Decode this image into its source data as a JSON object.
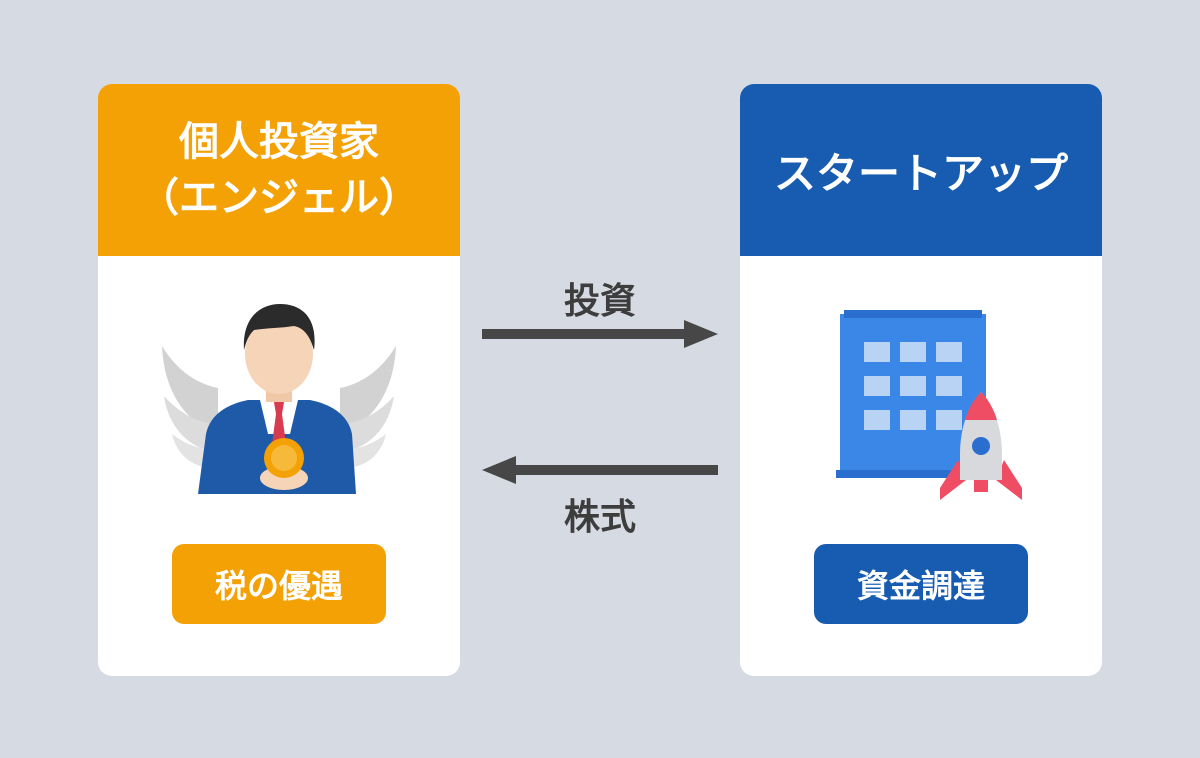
{
  "investor": {
    "title_line1": "個人投資家",
    "title_line2": "（エンジェル）",
    "badge": "税の優遇",
    "illustration_icon": "angel-investor-icon",
    "color": "#f4a106"
  },
  "startup": {
    "title": "スタートアップ",
    "badge": "資金調達",
    "illustration_icon": "building-rocket-icon",
    "color": "#175cb0"
  },
  "flows": {
    "invest_label": "投資",
    "stock_label": "株式"
  },
  "colors": {
    "background": "#d6dbe3",
    "arrow": "#474747"
  }
}
